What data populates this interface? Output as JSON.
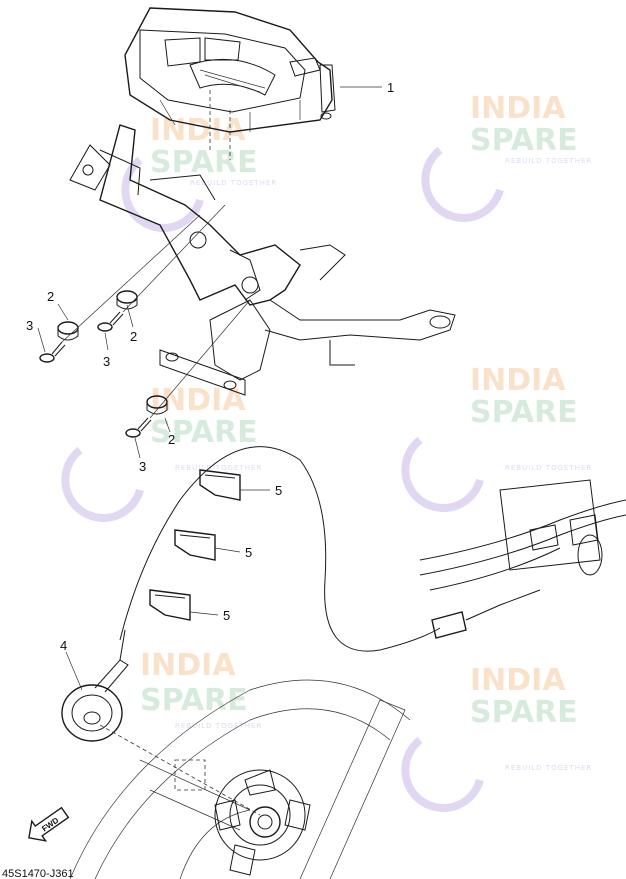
{
  "diagram": {
    "callouts": [
      {
        "id": "1",
        "text": "1"
      },
      {
        "id": "2a",
        "text": "2"
      },
      {
        "id": "2b",
        "text": "2"
      },
      {
        "id": "2c",
        "text": "2"
      },
      {
        "id": "3a",
        "text": "3"
      },
      {
        "id": "3b",
        "text": "3"
      },
      {
        "id": "3c",
        "text": "3"
      },
      {
        "id": "4",
        "text": "4"
      },
      {
        "id": "5a",
        "text": "5"
      },
      {
        "id": "5b",
        "text": "5"
      },
      {
        "id": "5c",
        "text": "5"
      }
    ],
    "fwd_label": "FWD",
    "drawing_code": "45S1470-J361"
  },
  "watermark": {
    "line1": "INDIA",
    "line2": "SPARE",
    "tagline": "REBUILD TOGETHER",
    "colors": {
      "india": "#f4a261",
      "spare": "#6fbf73",
      "icon": "#7b6bd6"
    }
  }
}
